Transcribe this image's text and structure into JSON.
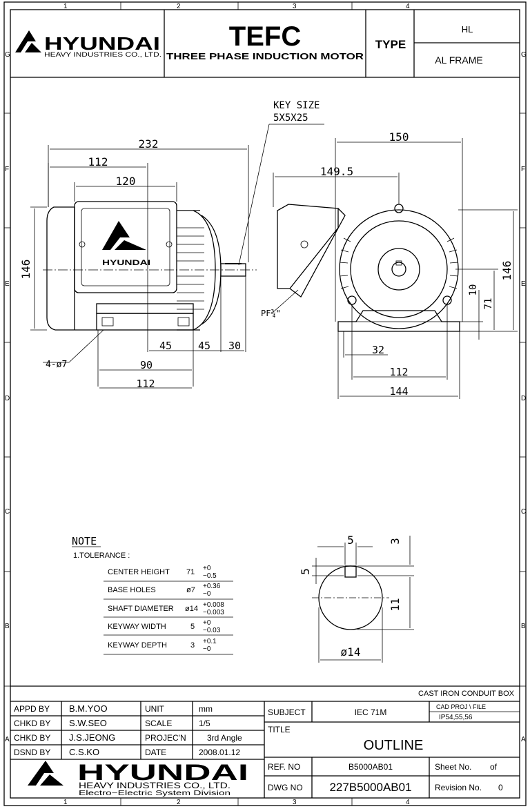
{
  "grid": {
    "columns": [
      "1",
      "2",
      "3",
      "4"
    ],
    "rows": [
      "G",
      "F",
      "E",
      "D",
      "C",
      "B",
      "A"
    ]
  },
  "header": {
    "logo_text": "HYUNDAI",
    "company": "HEAVY INDUSTRIES CO., LTD.",
    "model": "TEFC",
    "subtitle": "THREE PHASE INDUCTION MOTOR",
    "type_label": "TYPE",
    "type_value_1": "HL",
    "type_value_2": "AL FRAME"
  },
  "drawing": {
    "key_size_label": "KEY SIZE",
    "key_size_value": "5X5X25",
    "logo_small": "HYUNDAI",
    "pf_label": "PF¾\"",
    "holes_label": "4-ø7",
    "dims": {
      "d232": "232",
      "d112a": "112",
      "d120": "120",
      "d146a": "146",
      "d45a": "45",
      "d45b": "45",
      "d30": "30",
      "d90": "90",
      "d112b": "112",
      "d150": "150",
      "d149_5": "149.5",
      "d146b": "146",
      "d10": "10",
      "d71": "71",
      "d32": "32",
      "d112c": "112",
      "d144": "144",
      "k5w": "5",
      "k3": "3",
      "k5h": "5",
      "k11": "11",
      "k14": "ø14"
    }
  },
  "note": {
    "title": "NOTE",
    "subtitle": "1.TOLERANCE :",
    "rows": [
      {
        "label": "CENTER HEIGHT",
        "value": "71",
        "upper": "+0",
        "lower": "−0.5"
      },
      {
        "label": "BASE HOLES",
        "value": "ø7",
        "upper": "+0.36",
        "lower": "−0"
      },
      {
        "label": "SHAFT DIAMETER",
        "value": "ø14",
        "upper": "+0.008",
        "lower": "−0.003"
      },
      {
        "label": "KEYWAY WIDTH",
        "value": "5",
        "upper": "+0",
        "lower": "−0.03"
      },
      {
        "label": "KEYWAY DEPTH",
        "value": "3",
        "upper": "+0.1",
        "lower": "−0"
      }
    ]
  },
  "title_block": {
    "conduit": "CAST IRON CONDUIT BOX",
    "appd_label": "APPD BY",
    "appd_value": "B.M.YOO",
    "chkd1_label": "CHKD BY",
    "chkd1_value": "S.W.SEO",
    "chkd2_label": "CHKD BY",
    "chkd2_value": "J.S.JEONG",
    "dsnd_label": "DSND BY",
    "dsnd_value": "C.S.KO",
    "unit_label": "UNIT",
    "unit_value": "mm",
    "scale_label": "SCALE",
    "scale_value": "1/5",
    "proj_label": "PROJEC'N",
    "proj_value": "3rd Angle",
    "date_label": "DATE",
    "date_value": "2008.01.12",
    "subject_label": "SUBJECT",
    "subject_value": "IEC 71M",
    "cad_label": "CAD PROJ  \\ FILE",
    "cad_value": "IP54,55,56",
    "title_label": "TITLE",
    "title_value": "OUTLINE",
    "ref_label": "REF. NO",
    "ref_value": "B5000AB01",
    "sheet_label": "Sheet No.",
    "sheet_of": "of",
    "dwg_label": "DWG NO",
    "dwg_value": "227B5000AB01",
    "rev_label": "Revision No.",
    "rev_value": "0",
    "logo_text": "HYUNDAI",
    "company": "HEAVY INDUSTRIES CO., LTD.",
    "division": "Electro−Electric System Division"
  }
}
